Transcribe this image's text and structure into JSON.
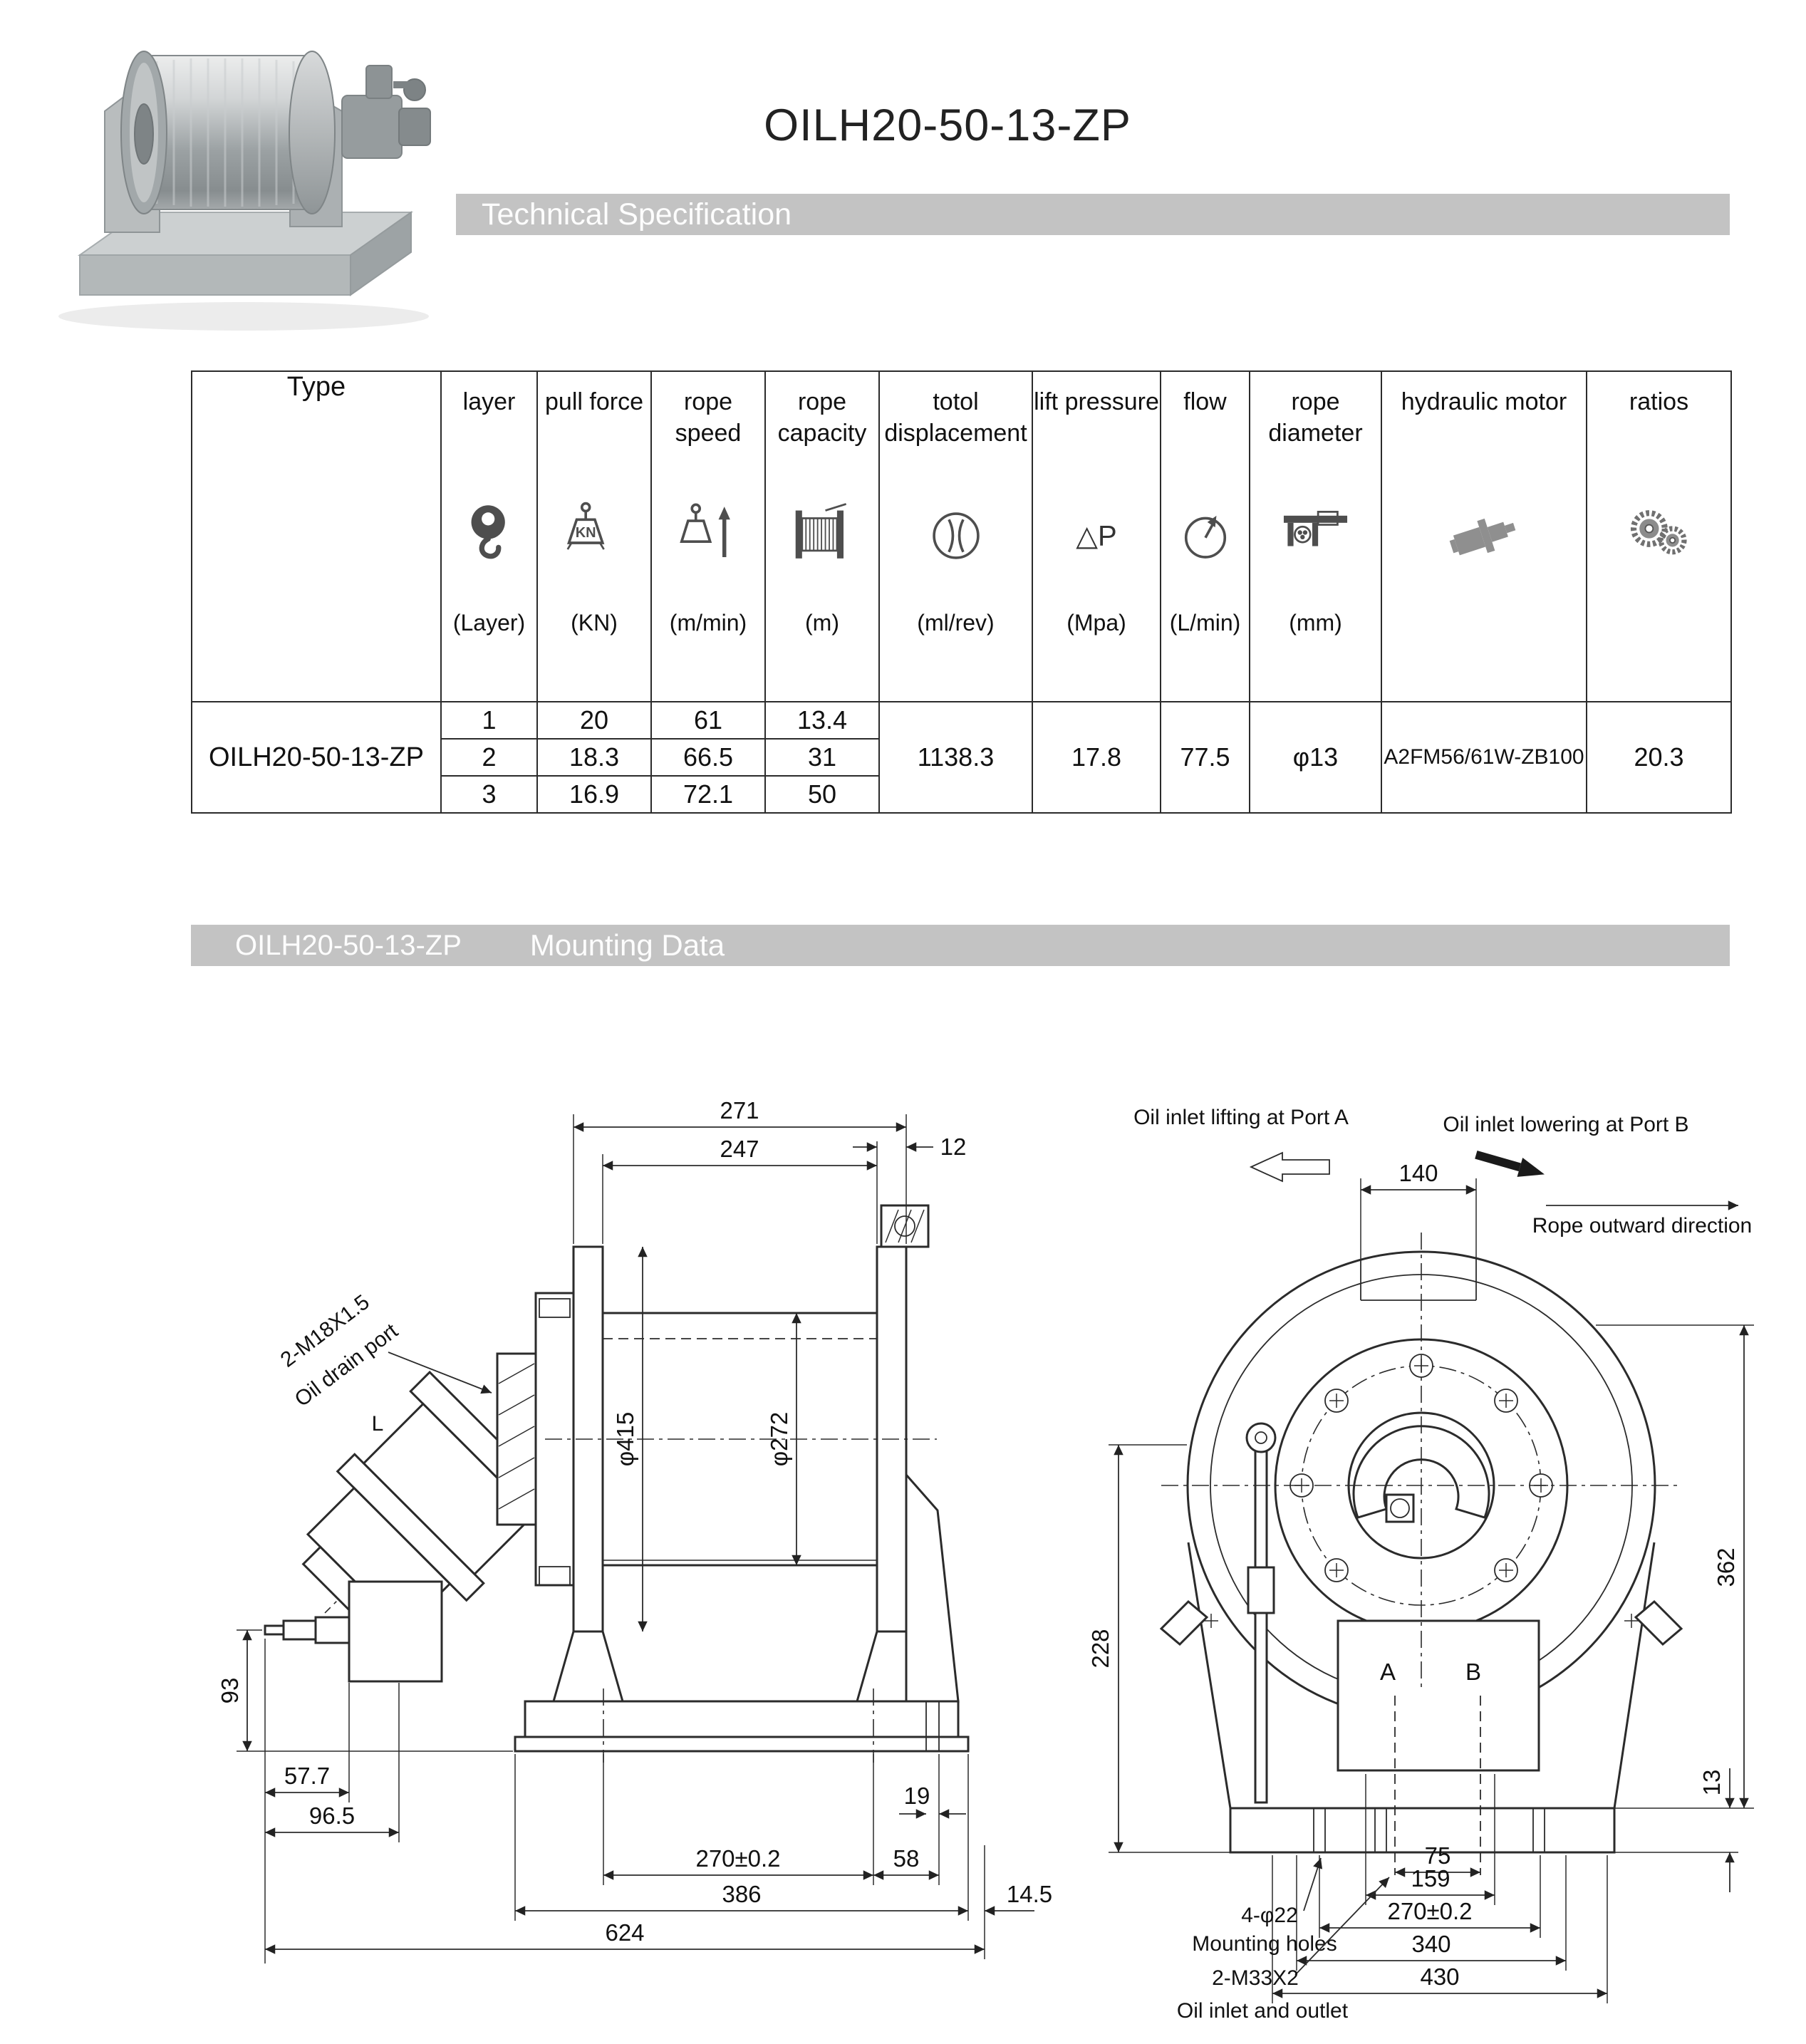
{
  "title": "OILH20-50-13-ZP",
  "banners": {
    "tech_spec": "Technical Specification",
    "mounting_model": "OILH20-50-13-ZP",
    "mounting_label": "Mounting Data"
  },
  "spec_table": {
    "columns": {
      "type": "Type",
      "layer": "layer",
      "pull_force": "pull force",
      "rope_speed": "rope speed",
      "rope_capacity": "rope capacity",
      "total_displacement": "totol displacement",
      "lift_pressure": "lift pressure",
      "flow": "flow",
      "rope_diameter": "rope diameter",
      "hydraulic_motor": "hydraulic motor",
      "ratios": "ratios"
    },
    "units": {
      "layer": "(Layer)",
      "pull_force": "(KN)",
      "rope_speed": "(m/min)",
      "rope_capacity": "(m)",
      "total_displacement": "(ml/rev)",
      "lift_pressure": "(Mpa)",
      "flow": "(L/min)",
      "rope_diameter": "(mm)"
    },
    "icon_labels": {
      "kn": "KN",
      "delta_p": "△P"
    },
    "icons": {
      "layer": "pulley-hook-icon",
      "pull_force": "hook-load-icon",
      "rope_speed": "hook-speed-icon",
      "rope_capacity": "rope-spool-icon",
      "total_displacement": "pump-displacement-icon",
      "lift_pressure": "delta-p-icon",
      "flow": "flow-gauge-icon",
      "rope_diameter": "caliper-rope-icon",
      "hydraulic_motor": "hydraulic-motor-icon",
      "ratios": "gears-icon"
    },
    "type_value": "OILH20-50-13-ZP",
    "layers": [
      {
        "layer": "1",
        "pull_force": "20",
        "rope_speed": "61",
        "rope_capacity": "13.4"
      },
      {
        "layer": "2",
        "pull_force": "18.3",
        "rope_speed": "66.5",
        "rope_capacity": "31"
      },
      {
        "layer": "3",
        "pull_force": "16.9",
        "rope_speed": "72.1",
        "rope_capacity": "50"
      }
    ],
    "shared": {
      "total_displacement": "1138.3",
      "lift_pressure": "17.8",
      "flow": "77.5",
      "rope_diameter": "φ13",
      "hydraulic_motor": "A2FM56/61W-ZB100",
      "ratios": "20.3"
    }
  },
  "side_view": {
    "dims": {
      "overall_width": "271",
      "barrel_width": "247",
      "flange_thickness": "12",
      "flange_diameter": "φ415",
      "barrel_diameter": "φ272",
      "port_height": "93",
      "offset_57": "57.7",
      "offset_96": "96.5",
      "hole_spacing": "270±0.2",
      "hole_edge": "58",
      "slot_width": "19",
      "base_width": "386",
      "edge_offset": "14.5",
      "overall_length": "624"
    },
    "labels": {
      "drain_thread": "2-M18X1.5",
      "drain_port": "Oil drain port",
      "l_mark": "L"
    }
  },
  "front_view": {
    "dims": {
      "top_width": "140",
      "height_right": "362",
      "height_left": "228",
      "base_plate": "13",
      "port_spacing": "75",
      "spacing_159": "159",
      "hole_spacing": "270±0.2",
      "spacing_340": "340",
      "overall_width": "430"
    },
    "labels": {
      "port_a_note": "Oil inlet lifting at Port A",
      "port_b_note": "Oil inlet lowering at Port B",
      "rope_direction": "Rope outward direction",
      "port_a": "A",
      "port_b": "B",
      "mount_holes_spec": "4-φ22",
      "mount_holes_label": "Mounting holes",
      "inlet_spec": "2-M33X2",
      "inlet_label": "Oil inlet and outlet"
    }
  },
  "colors": {
    "banner_gray": "#c3c3c3",
    "line_dark": "#2b2b2b",
    "icon_gray": "#4e4e4e"
  }
}
